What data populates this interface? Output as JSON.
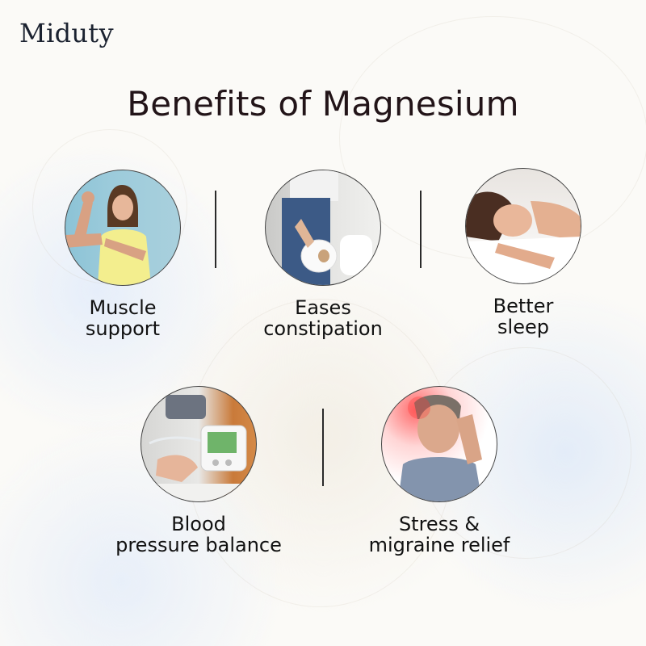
{
  "brand": {
    "logo": "Miduty"
  },
  "title": "Benefits of Magnesium",
  "benefits": [
    {
      "line1": "Muscle",
      "line2": "support",
      "image": "woman-flexing-bicep-photo"
    },
    {
      "line1": "Eases",
      "line2": "constipation",
      "image": "person-holding-toilet-paper-photo"
    },
    {
      "line1": "Better",
      "line2": "sleep",
      "image": "woman-sleeping-photo"
    },
    {
      "line1": "Blood",
      "line2": "pressure balance",
      "image": "blood-pressure-monitor-photo"
    },
    {
      "line1": "Stress &",
      "line2": "migraine relief",
      "image": "man-with-headache-photo"
    }
  ],
  "colors": {
    "title": "#221418",
    "logo": "#1b2230",
    "divider": "#2a2a2a"
  }
}
